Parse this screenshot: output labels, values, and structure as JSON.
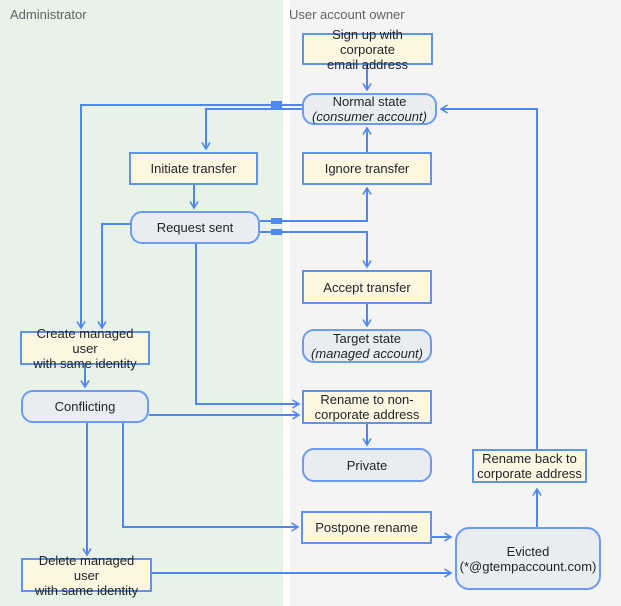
{
  "lanes": {
    "left": {
      "title": "Administrator"
    },
    "right": {
      "title": "User account owner"
    }
  },
  "colors": {
    "lane_left_bg": "#e8f2e9",
    "lane_right_bg": "#f4f4f5",
    "lane_title_text": "#5f6368",
    "process_box_fill": "#fdf7e2",
    "state_box_fill": "#e9ecf0",
    "box_border": "#5e93f0",
    "arrow": "#4e87ef",
    "text": "#1f2328"
  },
  "nodes": {
    "signup": {
      "line1": "Sign up with corporate",
      "line2": "email address"
    },
    "normal": {
      "line1": "Normal state",
      "line2": "(consumer account)"
    },
    "initiate": {
      "line1": "Initiate transfer"
    },
    "ignore": {
      "line1": "Ignore transfer"
    },
    "request": {
      "line1": "Request sent"
    },
    "accept": {
      "line1": "Accept transfer"
    },
    "target": {
      "line1": "Target state",
      "line2": "(managed account)"
    },
    "create": {
      "line1": "Create managed user",
      "line2": "with same identity"
    },
    "conflicting": {
      "line1": "Conflicting"
    },
    "rename_non": {
      "line1": "Rename to non-",
      "line2": "corporate address"
    },
    "private": {
      "line1": "Private"
    },
    "postpone": {
      "line1": "Postpone rename"
    },
    "rename_back": {
      "line1": "Rename back to",
      "line2": "corporate address"
    },
    "evicted": {
      "line1": "Evicted",
      "line2": "(*@gtempaccount.com)"
    },
    "delete": {
      "line1": "Delete managed user",
      "line2": "with same identity"
    }
  }
}
